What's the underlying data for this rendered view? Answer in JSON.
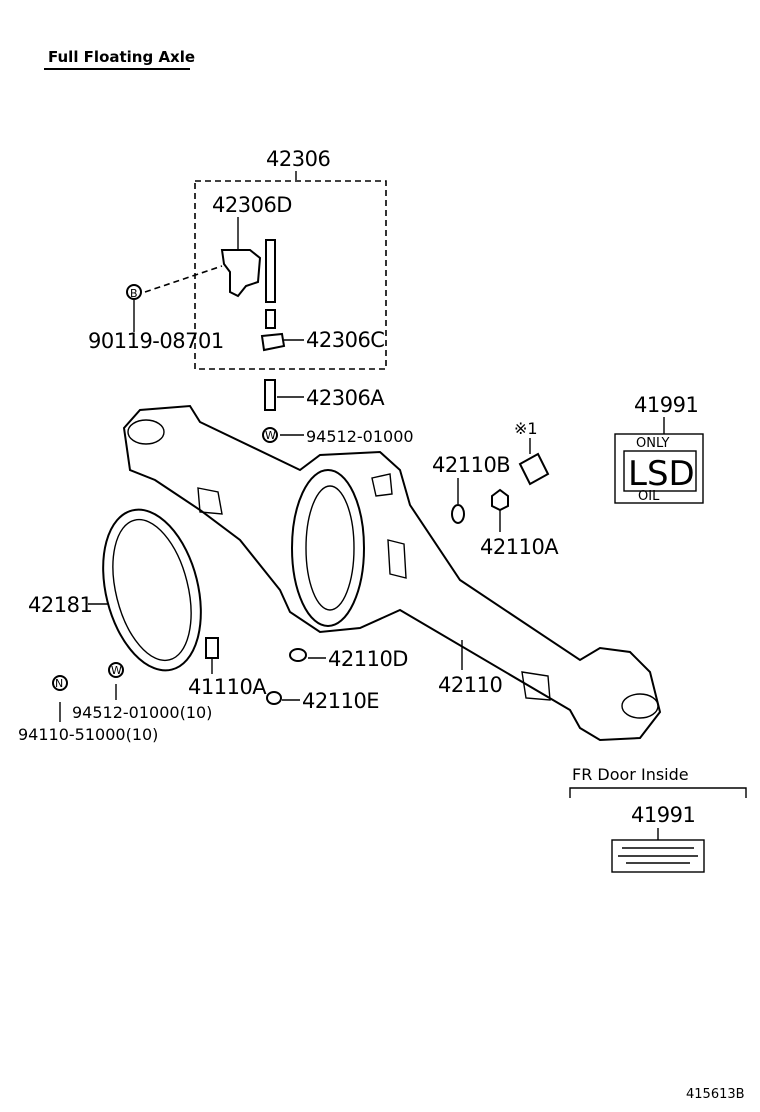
{
  "title": "Full Floating Axle",
  "labels": {
    "p42306": "42306",
    "p42306D": "42306D",
    "p90119": "90119-08701",
    "p42306C": "42306C",
    "p42306A": "42306A",
    "p94512a": "94512-01000",
    "p41991": "41991",
    "p42110B": "42110B",
    "p42110A": "42110A",
    "note1": "※1",
    "p42181": "42181",
    "p42110D": "42110D",
    "p42110": "42110",
    "p41110A": "41110A",
    "p42110E": "42110E",
    "p94512b": "94512-01000(10)",
    "p94110": "94110-51000(10)",
    "fr_door": "FR Door Inside",
    "p41991b": "41991",
    "code": "415613B"
  },
  "symbols": {
    "b": "B",
    "w": "W",
    "n": "N"
  },
  "lsd_label": {
    "top": "ONLY",
    "main": "LSD",
    "bottom": "OIL"
  }
}
